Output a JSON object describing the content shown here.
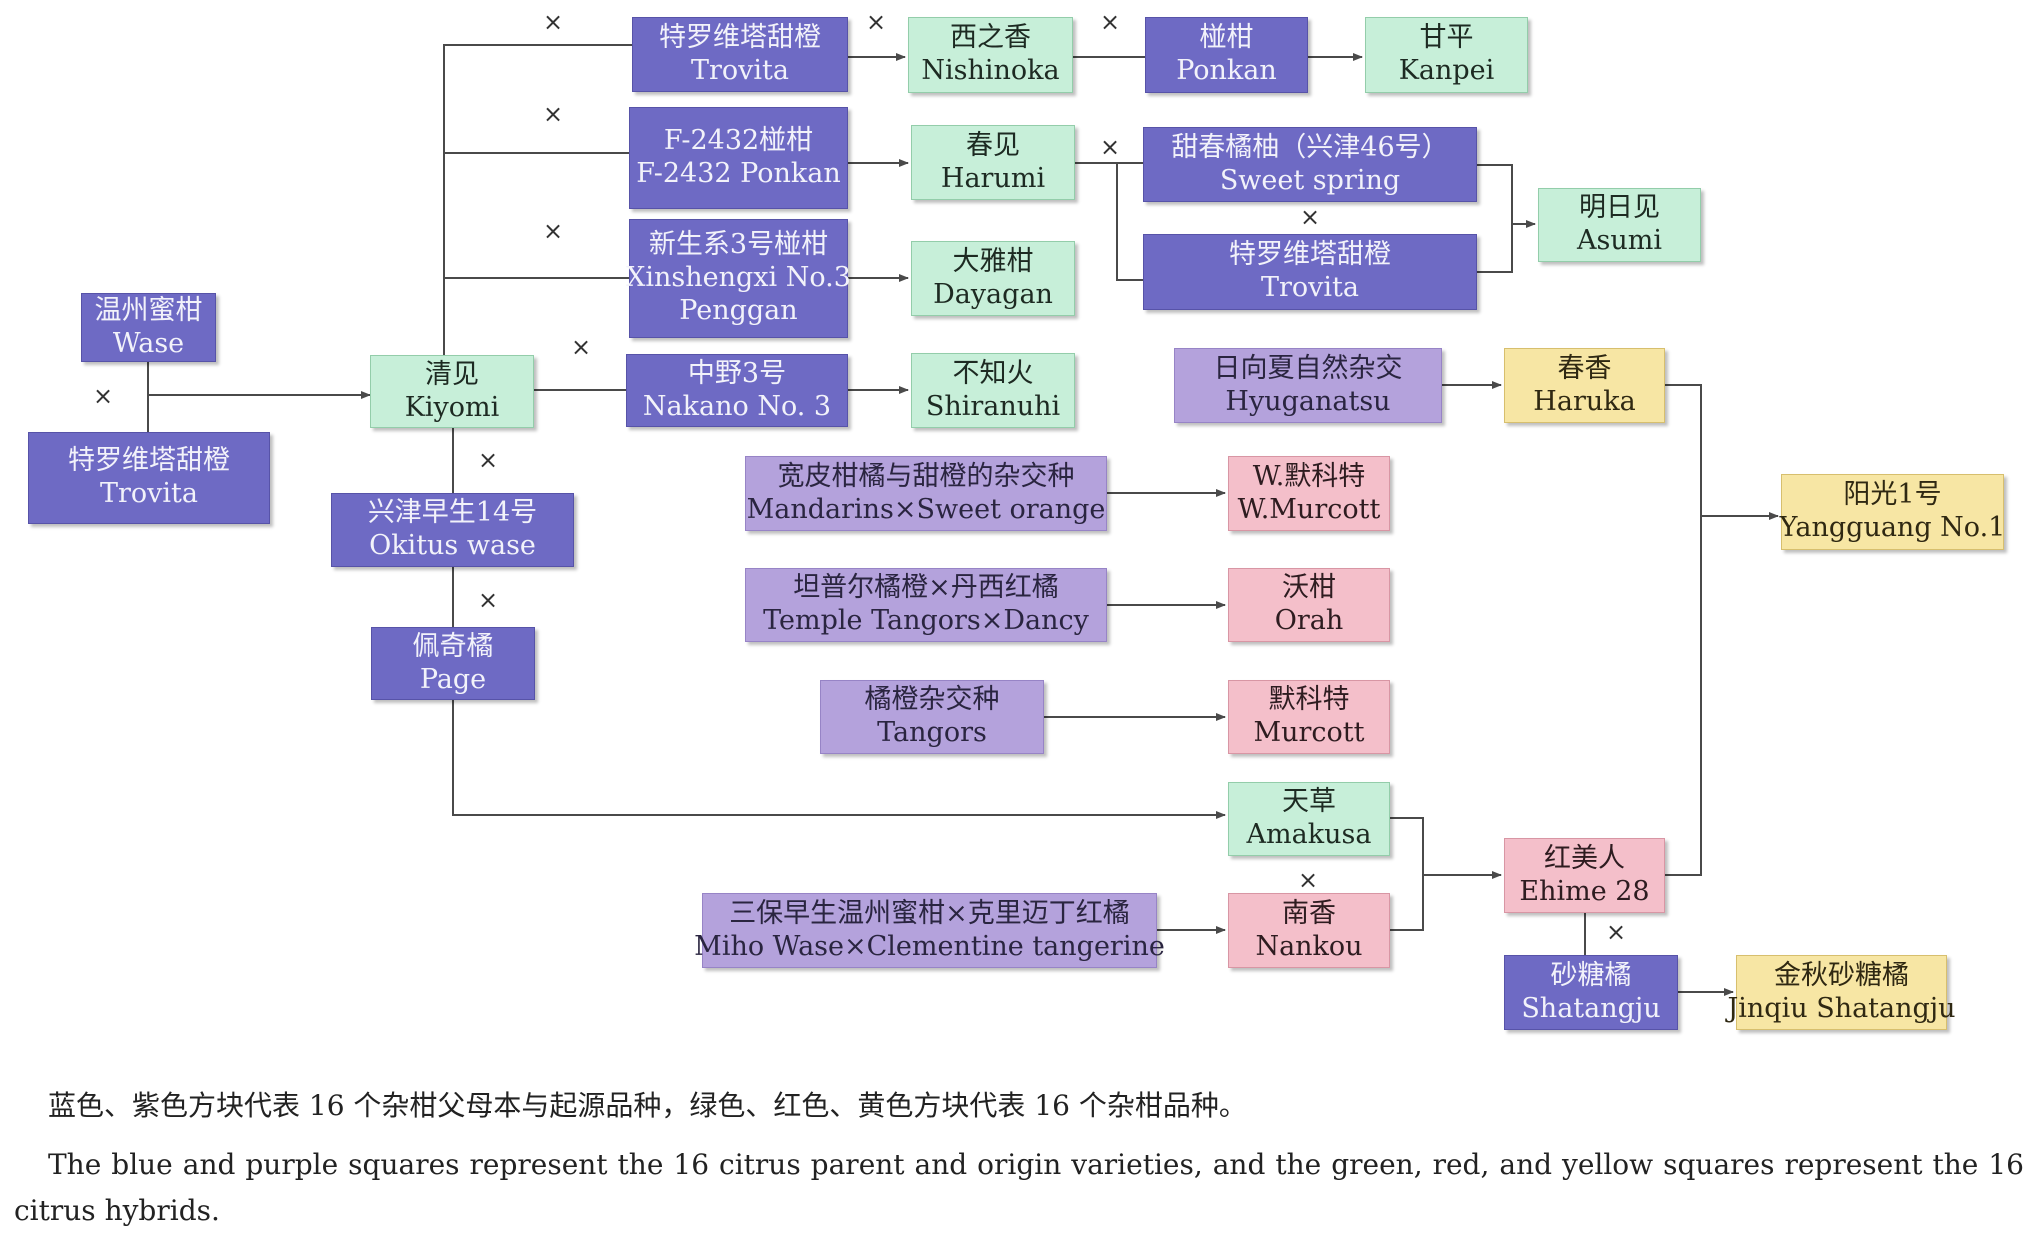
{
  "nodes": {
    "wase": {
      "zh": "温州蜜柑",
      "en": "Wase"
    },
    "trovita_left": {
      "zh": "特罗维塔甜橙",
      "en": "Trovita"
    },
    "kiyomi": {
      "zh": "清见",
      "en": "Kiyomi"
    },
    "okitus": {
      "zh": "兴津早生14号",
      "en": "Okitus wase"
    },
    "page": {
      "zh": "佩奇橘",
      "en": "Page"
    },
    "trovita_top": {
      "zh": "特罗维塔甜橙",
      "en": "Trovita"
    },
    "f2432": {
      "zh": "F-2432椪柑",
      "en": "F-2432  Ponkan"
    },
    "xinshengxi": {
      "zh": "新生系3号椪柑",
      "en1": "Xinshengxi No.3",
      "en2": "Penggan"
    },
    "nakano": {
      "zh": "中野3号",
      "en": "Nakano No. 3"
    },
    "nishinoka": {
      "zh": "西之香",
      "en": "Nishinoka"
    },
    "harumi": {
      "zh": "春见",
      "en": "Harumi"
    },
    "dayagan": {
      "zh": "大雅柑",
      "en": "Dayagan"
    },
    "shiranuhi": {
      "zh": "不知火",
      "en": "Shiranuhi"
    },
    "ponkan": {
      "zh": "椪柑",
      "en": "Ponkan"
    },
    "kanpei": {
      "zh": "甘平",
      "en": "Kanpei"
    },
    "sweetspring": {
      "zh": "甜春橘柚（兴津46号）",
      "en": "Sweet spring"
    },
    "trovita_mid": {
      "zh": "特罗维塔甜橙",
      "en": "Trovita"
    },
    "asumi": {
      "zh": "明日见",
      "en": "Asumi"
    },
    "hyuganatsu": {
      "zh": "日向夏自然杂交",
      "en": "Hyuganatsu"
    },
    "haruka": {
      "zh": "春香",
      "en": "Haruka"
    },
    "mandarins": {
      "zh": "宽皮柑橘与甜橙的杂交种",
      "en": "Mandarins×Sweet orange"
    },
    "wmurcott": {
      "zh": "W.默科特",
      "en": "W.Murcott"
    },
    "temple": {
      "zh": "坦普尔橘橙×丹西红橘",
      "en": "Temple Tangors×Dancy"
    },
    "orah": {
      "zh": "沃柑",
      "en": "Orah"
    },
    "tangors": {
      "zh": "橘橙杂交种",
      "en": "Tangors"
    },
    "murcott": {
      "zh": "默科特",
      "en": "Murcott"
    },
    "amakusa": {
      "zh": "天草",
      "en": "Amakusa"
    },
    "miho": {
      "zh": "三保早生温州蜜柑×克里迈丁红橘",
      "en": "Miho Wase×Clementine tangerine"
    },
    "nankou": {
      "zh": "南香",
      "en": "Nankou"
    },
    "ehime": {
      "zh": "红美人",
      "en": "Ehime 28"
    },
    "shatangju": {
      "zh": "砂糖橘",
      "en": "Shatangju"
    },
    "jinqiu": {
      "zh": "金秋砂糖橘",
      "en": "Jinqiu Shatangju"
    },
    "yangguang": {
      "zh": "阳光1号",
      "en": "Yangguang No.1"
    }
  },
  "cross_symbol": "×",
  "colors": {
    "blue": "#6e6ac4",
    "purple": "#b4a2dc",
    "green": "#c7efd9",
    "red": "#f4bfca",
    "yellow": "#f7e6a4",
    "line": "#4a4a4a"
  },
  "caption": {
    "zh": "蓝色、紫色方块代表 16 个杂柑父母本与起源品种，绿色、红色、黄色方块代表 16 个杂柑品种。",
    "en": "The blue and purple squares represent the 16 citrus parent and origin varieties, and the green, red, and yellow squares represent the 16 citrus hybrids."
  }
}
